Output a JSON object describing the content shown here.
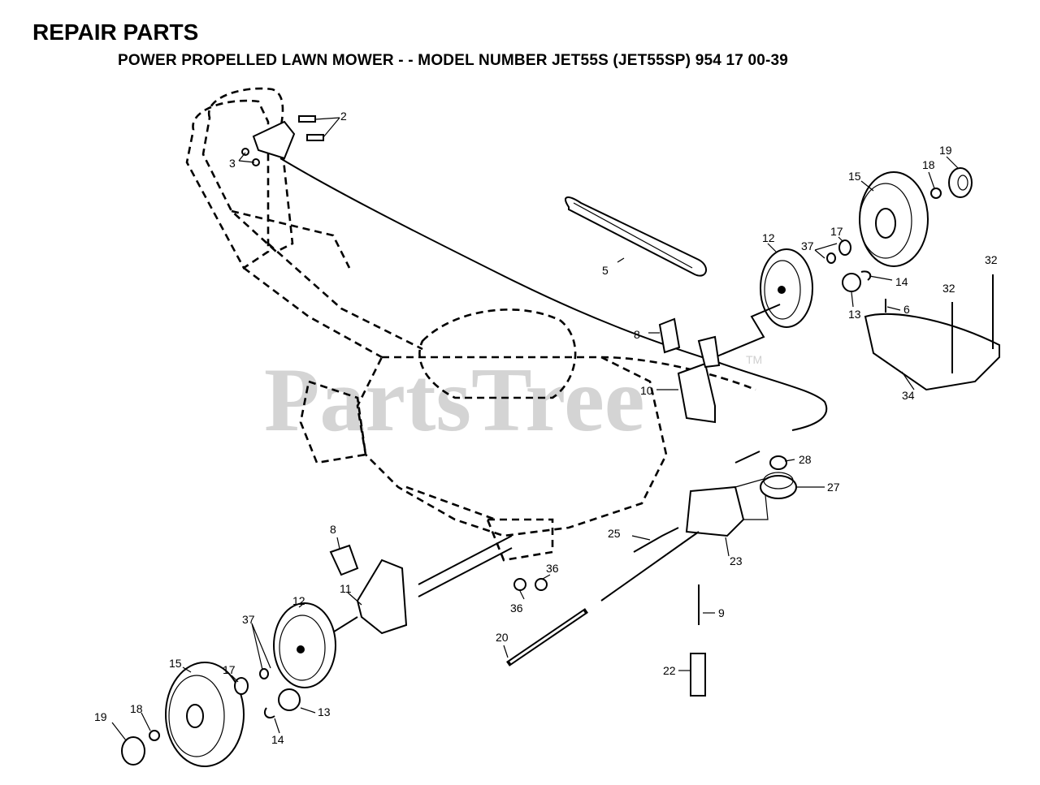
{
  "header": {
    "title": "REPAIR PARTS",
    "subtitle": "POWER PROPELLED LAWN MOWER - - MODEL NUMBER JET55S (JET55SP) 954 17 00-39"
  },
  "watermark": {
    "text": "PartsTree",
    "mark": "TM"
  },
  "callouts": [
    "2",
    "3",
    "19",
    "18",
    "15",
    "17",
    "37",
    "12",
    "14",
    "13",
    "5",
    "32",
    "32",
    "6",
    "8",
    "10",
    "34",
    "28",
    "27",
    "25",
    "23",
    "9",
    "22",
    "20",
    "36",
    "36",
    "8",
    "11",
    "12",
    "37",
    "15",
    "17",
    "13",
    "14",
    "19",
    "18"
  ]
}
